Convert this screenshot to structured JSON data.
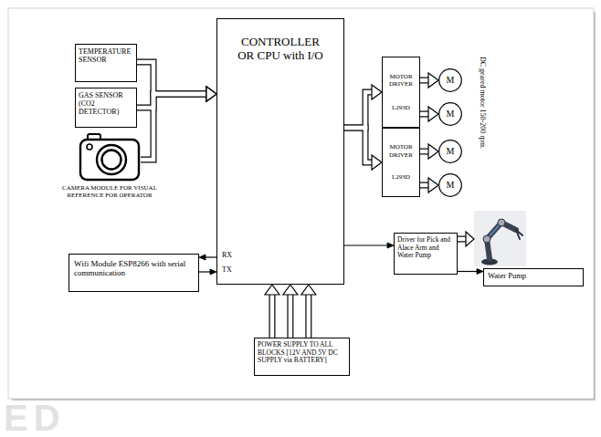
{
  "diagram": {
    "nodes": [
      {
        "text": [
          "TEMPERATURE SENSOR"
        ]
      },
      {
        "text": [
          "GAS SENSOR (CO2 DETECTOR)"
        ]
      },
      {
        "text": [
          "CAMERA MODULE FOR VISUAL REFERENCE FOR OPERATOR"
        ]
      },
      {
        "text": [
          "CONTROLLER OR CPU with I/O"
        ]
      },
      {
        "text": [
          "MOTOR DRIVER",
          "L293D"
        ]
      },
      {
        "text": [
          "MOTOR DRIVER",
          "L293D"
        ]
      },
      {
        "text": [
          "M"
        ]
      },
      {
        "text": [
          "M"
        ]
      },
      {
        "text": [
          "M"
        ]
      },
      {
        "text": [
          "M"
        ]
      },
      {
        "text": [
          "Wifi Module ESP8266 with serial communication"
        ]
      },
      {
        "text": [
          "Driver for Pick and Alace Arm and Water Pump"
        ]
      },
      {
        "text": [
          "Water Pump"
        ]
      },
      {
        "text": [
          "POWER SUPPLY TO ALL BLOCKS [12V AND 5V DC SUPPLY via BATTERY]"
        ]
      }
    ],
    "edges": [
      {
        "from": 0,
        "to": 3,
        "arrow": "to"
      },
      {
        "from": 1,
        "to": 3,
        "arrow": "to"
      },
      {
        "from": 2,
        "to": 3,
        "arrow": "to"
      },
      {
        "from": 3,
        "to": 4,
        "arrow": "to"
      },
      {
        "from": 3,
        "to": 5,
        "arrow": "to"
      },
      {
        "from": 4,
        "to": 6,
        "arrow": "to"
      },
      {
        "from": 4,
        "to": 7,
        "arrow": "to"
      },
      {
        "from": 5,
        "to": 8,
        "arrow": "to"
      },
      {
        "from": 5,
        "to": 9,
        "arrow": "to"
      },
      {
        "from": 3,
        "to": 10,
        "arrow": "to"
      },
      {
        "from": 10,
        "to": 3,
        "arrow": "to"
      },
      {
        "from": 3,
        "to": 11,
        "arrow": "to"
      },
      {
        "from": 11,
        "to": 12,
        "arrow": "to"
      },
      {
        "from": 13,
        "to": 3,
        "arrow": "to"
      },
      {
        "from": 13,
        "to": 3,
        "arrow": "to"
      },
      {
        "from": 13,
        "to": 3,
        "arrow": "to"
      }
    ],
    "labels": [
      "RX",
      "TX",
      "DC geared motor 150-200 rpm.",
      "ED"
    ]
  }
}
